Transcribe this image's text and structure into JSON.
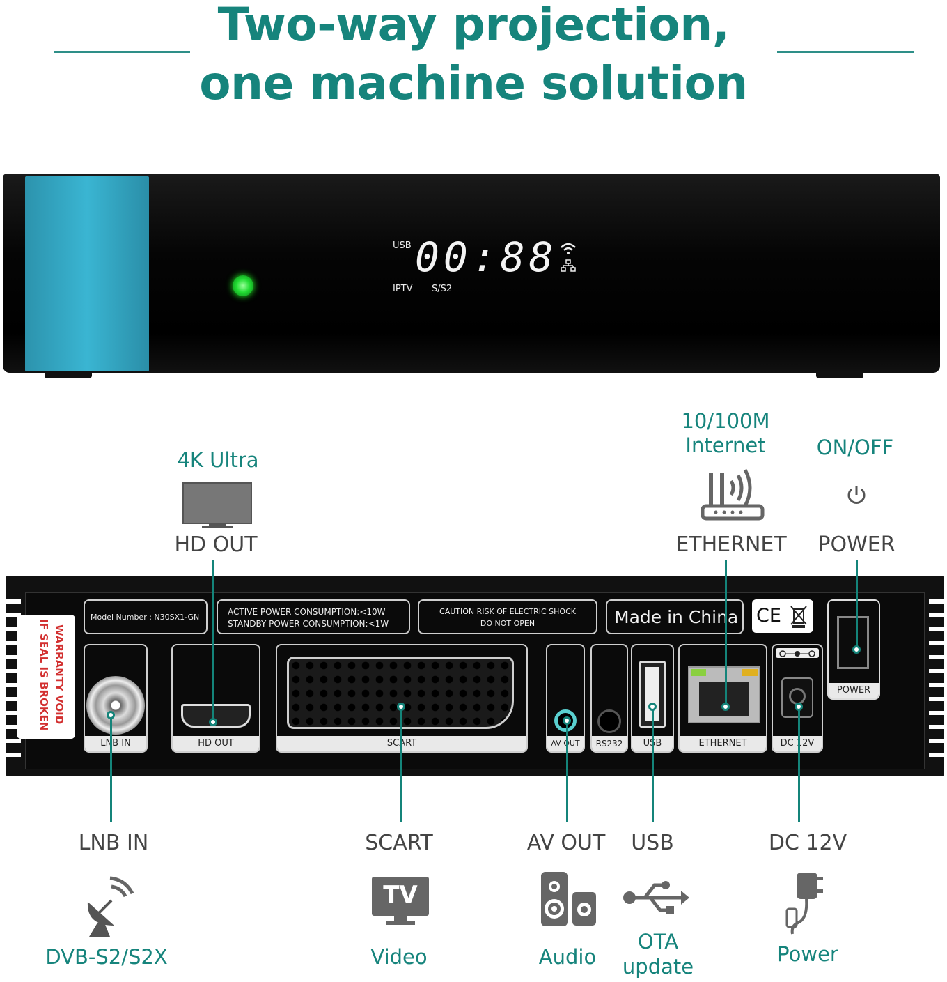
{
  "headline": {
    "line1": "Two-way projection,",
    "line2": "one machine solution"
  },
  "front_panel": {
    "usb": "USB",
    "time": "00:88",
    "iptv": "IPTV",
    "s_s2": "S/S2",
    "led_color": "#22dd33"
  },
  "rear_panel": {
    "model_number": "Model Number : N30SX1-GN",
    "power_consumption": [
      "ACTIVE POWER CONSUMPTION:<10W",
      "STANDBY POWER CONSUMPTION:<1W"
    ],
    "caution": [
      "CAUTION RISK OF ELECTRIC SHOCK",
      "DO NOT OPEN"
    ],
    "made_in": "Made in China",
    "ce": "CE",
    "warranty": [
      "WARRANTY VOID",
      "IF SEAL IS BROKEN"
    ],
    "ports": {
      "lnb_in": "LNB IN",
      "hd_out": "HD OUT",
      "scart": "SCART",
      "av_out": "AV OUT",
      "rs232": "RS232",
      "usb": "USB",
      "ethernet": "ETHERNET",
      "dc": "DC 12V",
      "power": "POWER"
    }
  },
  "callouts_top": {
    "hd_out": {
      "feature": "4K Ultra",
      "name": "HD OUT",
      "icon": "tv-monitor-icon"
    },
    "ethernet": {
      "feature_line1": "10/100M",
      "feature_line2": "Internet",
      "name": "ETHERNET",
      "icon": "router-icon"
    },
    "power": {
      "feature": "ON/OFF",
      "name": "POWER",
      "icon": "power-icon"
    }
  },
  "callouts_bottom": {
    "lnb_in": {
      "name": "LNB IN",
      "feature": "DVB-S2/S2X",
      "icon": "satellite-dish-icon"
    },
    "scart": {
      "name": "SCART",
      "feature": "Video",
      "icon": "tv-icon",
      "icon_text": "TV"
    },
    "av_out": {
      "name": "AV OUT",
      "feature": "Audio",
      "icon": "speaker-icon"
    },
    "usb": {
      "name": "USB",
      "feature_line1": "OTA",
      "feature_line2": "update",
      "icon": "usb-icon"
    },
    "dc": {
      "name": "DC 12V",
      "feature": "Power",
      "icon": "power-adapter-icon"
    }
  },
  "colors": {
    "brand_teal": "#16847c",
    "accent_cyan": "#2ea8c4",
    "device_black": "#0c0c0c"
  }
}
